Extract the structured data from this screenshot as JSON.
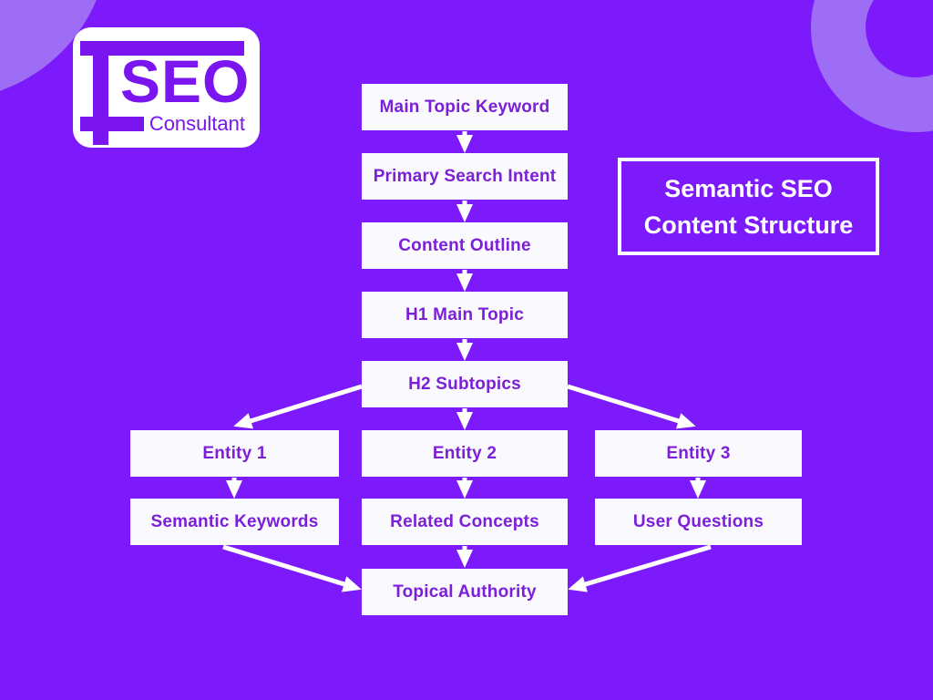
{
  "colors": {
    "background": "#7c1afc",
    "decor": "#9d6ef5",
    "node-bg": "#faf9fd",
    "node-text": "#7b1fd9",
    "logo-purple": "#7a15f0",
    "white": "#ffffff"
  },
  "logo": {
    "brand": "SEO",
    "tagline": "Consultant",
    "mark": "i-beam-icon"
  },
  "title": {
    "line1": "Semantic SEO",
    "line2": "Content Structure"
  },
  "flowchart": {
    "nodes": [
      {
        "id": "main-topic-keyword",
        "label": "Main Topic Keyword"
      },
      {
        "id": "primary-search-intent",
        "label": "Primary Search Intent"
      },
      {
        "id": "content-outline",
        "label": "Content Outline"
      },
      {
        "id": "h1-main-topic",
        "label": "H1 Main Topic"
      },
      {
        "id": "h2-subtopics",
        "label": "H2 Subtopics"
      },
      {
        "id": "entity-1",
        "label": "Entity 1"
      },
      {
        "id": "entity-2",
        "label": "Entity 2"
      },
      {
        "id": "entity-3",
        "label": "Entity 3"
      },
      {
        "id": "semantic-keywords",
        "label": "Semantic Keywords"
      },
      {
        "id": "related-concepts",
        "label": "Related Concepts"
      },
      {
        "id": "user-questions",
        "label": "User Questions"
      },
      {
        "id": "topical-authority",
        "label": "Topical Authority"
      }
    ],
    "edges": [
      "main-topic-keyword->primary-search-intent",
      "primary-search-intent->content-outline",
      "content-outline->h1-main-topic",
      "h1-main-topic->h2-subtopics",
      "h2-subtopics->entity-1",
      "h2-subtopics->entity-2",
      "h2-subtopics->entity-3",
      "entity-1->semantic-keywords",
      "entity-2->related-concepts",
      "entity-3->user-questions",
      "semantic-keywords->topical-authority",
      "related-concepts->topical-authority",
      "user-questions->topical-authority"
    ]
  }
}
